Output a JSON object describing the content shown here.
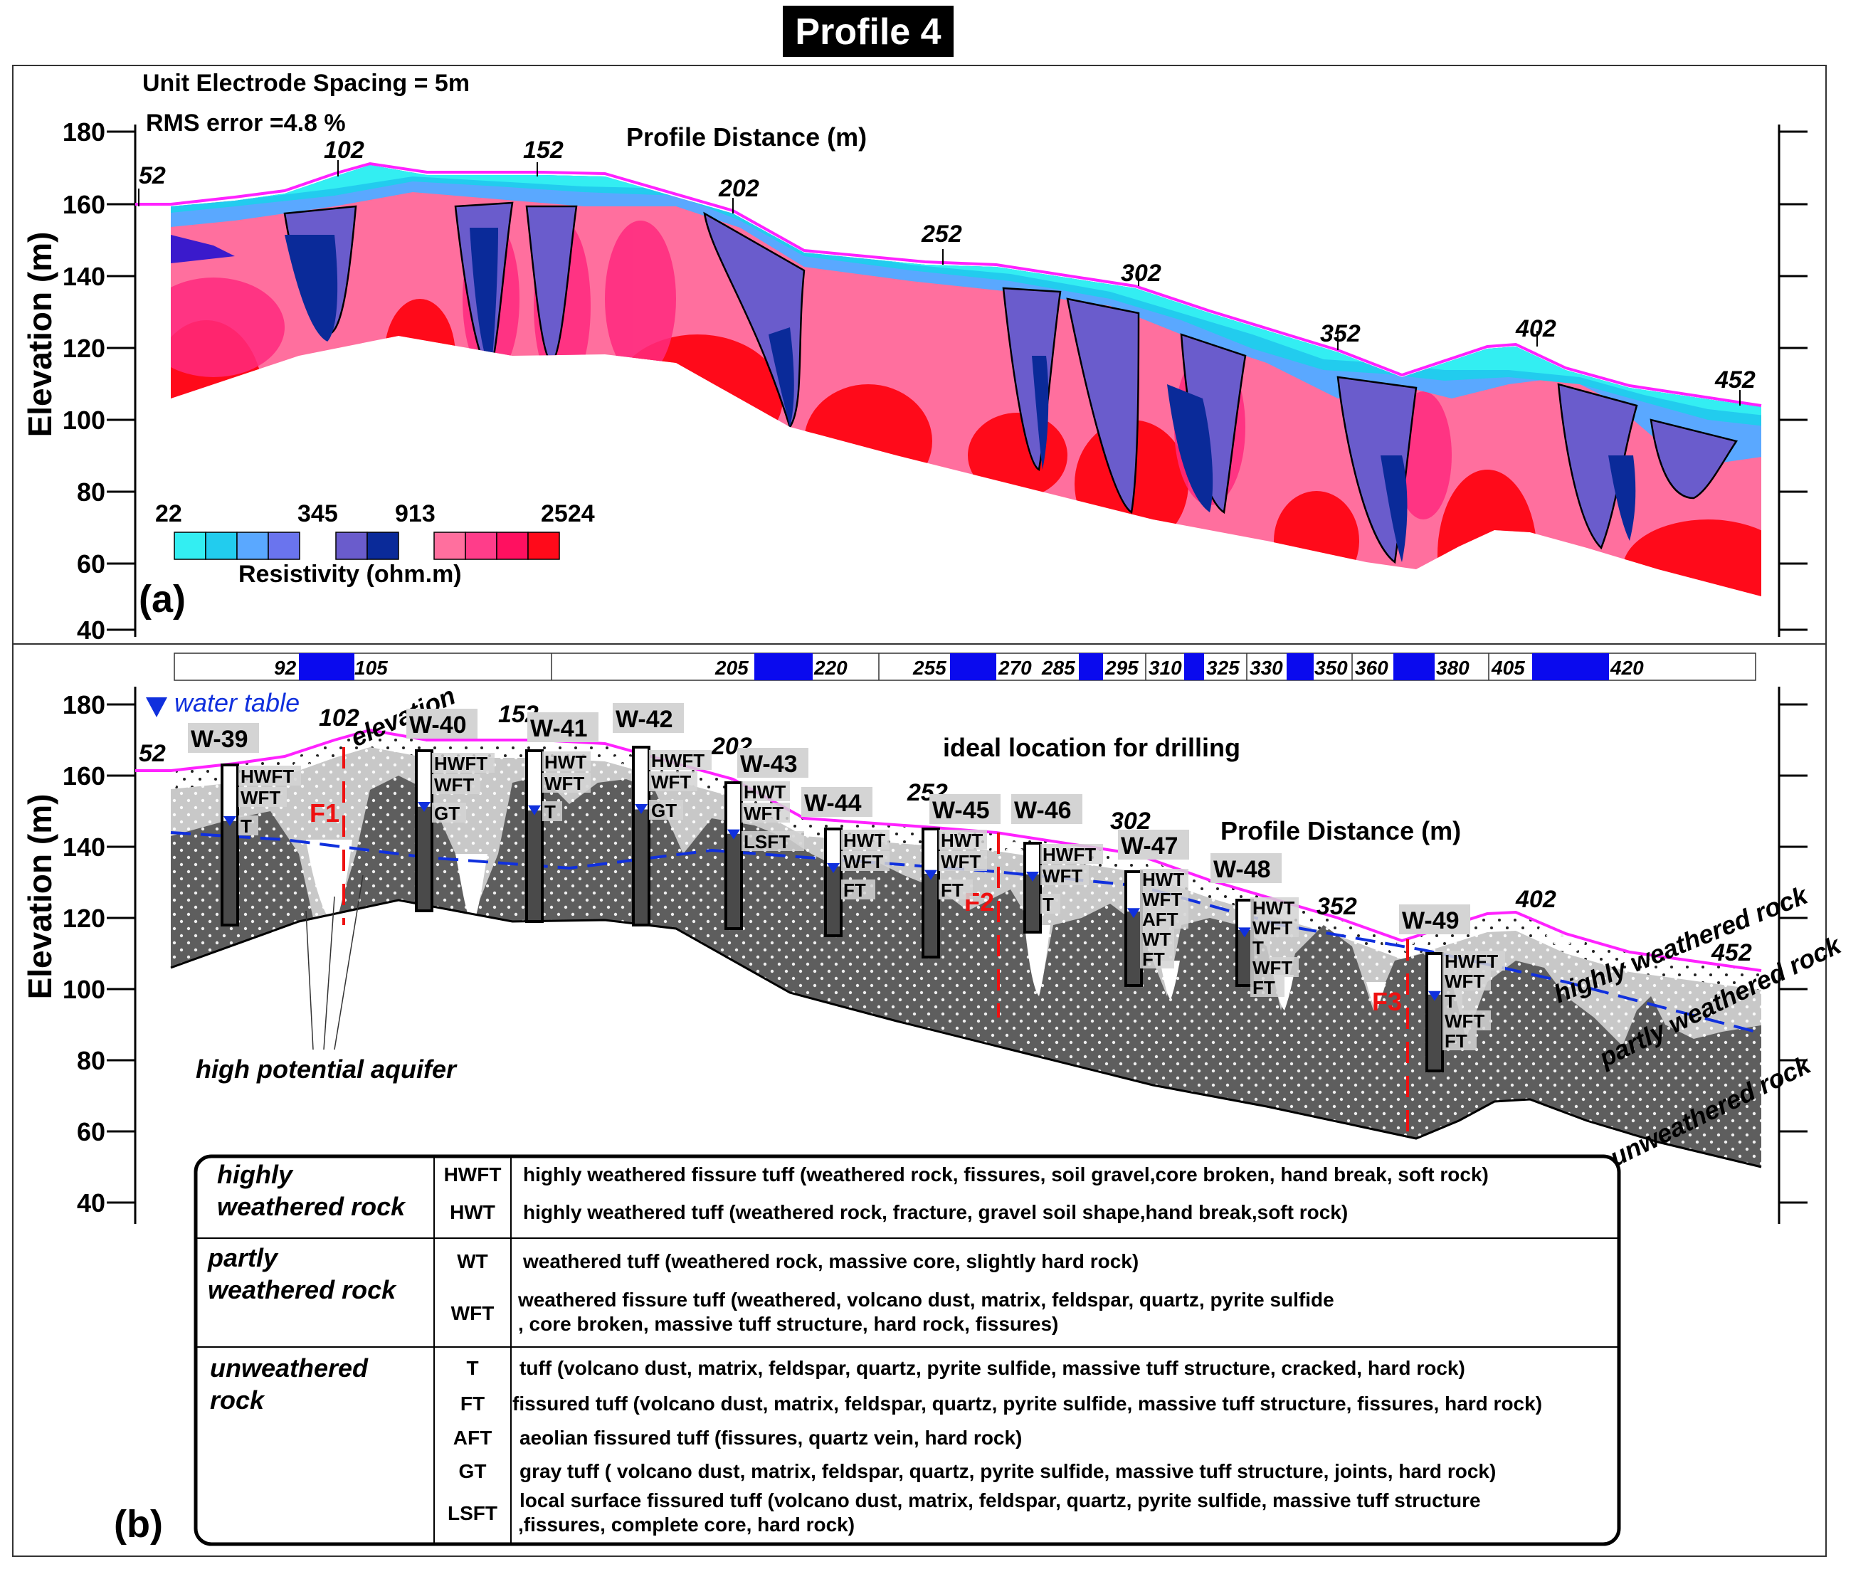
{
  "title": "Profile 4",
  "panel_a": {
    "label": "(a)",
    "spacing": "Unit Electrode Spacing = 5m",
    "rms": "RMS error =4.8 %",
    "xlabel": "Profile Distance (m)",
    "ylabel": "Elevation (m)",
    "y_ticks": [
      "180",
      "160",
      "140",
      "120",
      "100",
      "80",
      "60",
      "40"
    ],
    "x_ticks": [
      "52",
      "102",
      "152",
      "202",
      "252",
      "302",
      "352",
      "402",
      "452"
    ],
    "colorbar_values": [
      "22",
      "345",
      "913",
      "2524"
    ],
    "colorbar_label": "Resistivity (ohm.m)",
    "colors": [
      "#33eef2",
      "#22ccee",
      "#5aa8ff",
      "#6a74ee",
      "#6a5ccc",
      "#0a2a99",
      "#ff6f9e",
      "#ff3d8a",
      "#ff1060",
      "#ff0a1a"
    ]
  },
  "panel_b": {
    "label": "(b)",
    "xlabel": "Profile Distance (m)",
    "ylabel": "Elevation (m)",
    "y_ticks": [
      "180",
      "160",
      "140",
      "120",
      "100",
      "80",
      "60",
      "40"
    ],
    "x_ticks": [
      "52",
      "102",
      "152",
      "202",
      "252",
      "302",
      "352",
      "402",
      "452"
    ],
    "drilling_ranges": [
      {
        "from": "92",
        "to": "105"
      },
      {
        "from": "205",
        "to": "220"
      },
      {
        "from": "255",
        "to": "270"
      },
      {
        "from": "285",
        "to": "295"
      },
      {
        "from": "310",
        "to": "325"
      },
      {
        "from": "330",
        "to": "350"
      },
      {
        "from": "360",
        "to": "380"
      },
      {
        "from": "405",
        "to": "420"
      }
    ],
    "drilling_label": "ideal location for drilling",
    "water_table": "water table",
    "elevation_label": "elevation",
    "aquifer_label": "high potential aquifer",
    "zone_labels": [
      "highly weathered rock",
      "partly weathered rock",
      "unweathered rock"
    ],
    "faults": [
      "F1",
      "F2",
      "F3"
    ],
    "wells": [
      {
        "name": "W-39",
        "codes": [
          "HWFT",
          "WFT",
          "T"
        ]
      },
      {
        "name": "W-40",
        "codes": [
          "HWFT",
          "WFT",
          "GT"
        ]
      },
      {
        "name": "W-41",
        "codes": [
          "HWT",
          "WFT",
          "T"
        ]
      },
      {
        "name": "W-42",
        "codes": [
          "HWFT",
          "WFT",
          "GT"
        ]
      },
      {
        "name": "W-43",
        "codes": [
          "HWT",
          "WFT",
          "LSFT"
        ]
      },
      {
        "name": "W-44",
        "codes": [
          "HWT",
          "WFT",
          "FT"
        ]
      },
      {
        "name": "W-45",
        "codes": [
          "HWT",
          "WFT",
          "FT"
        ]
      },
      {
        "name": "W-46",
        "codes": [
          "HWFT",
          "WFT",
          "T"
        ]
      },
      {
        "name": "W-47",
        "codes": [
          "HWT",
          "WFT",
          "AFT",
          "WT",
          "FT"
        ]
      },
      {
        "name": "W-48",
        "codes": [
          "HWT",
          "WFT",
          "T",
          "WFT",
          "FT"
        ]
      },
      {
        "name": "W-49",
        "codes": [
          "HWFT",
          "WFT",
          "T",
          "WFT",
          "FT"
        ]
      }
    ],
    "legend": [
      {
        "zone": "highly weathered rock",
        "rows": [
          {
            "code": "HWFT",
            "desc": "highly weathered fissure tuff (weathered rock, fissures, soil gravel,core broken, hand break, soft rock)"
          },
          {
            "code": "HWT",
            "desc": "highly weathered tuff (weathered rock, fracture, gravel soil shape,hand break,soft rock)"
          }
        ]
      },
      {
        "zone": "partly weathered rock",
        "rows": [
          {
            "code": "WT",
            "desc": "weathered tuff (weathered rock, massive core, slightly hard rock)"
          },
          {
            "code": "WFT",
            "desc": "weathered fissure tuff (weathered, volcano dust, matrix, feldspar, quartz, pyrite sulfide",
            "desc2": ", core broken, massive tuff structure, hard rock, fissures)"
          }
        ]
      },
      {
        "zone": "unweathered rock",
        "rows": [
          {
            "code": "T",
            "desc": "tuff (volcano dust, matrix, feldspar, quartz, pyrite sulfide, massive tuff structure, cracked, hard rock)"
          },
          {
            "code": "FT",
            "desc": "fissured tuff (volcano dust,  matrix, feldspar, quartz, pyrite sulfide, massive tuff structure, fissures, hard rock)"
          },
          {
            "code": "AFT",
            "desc": "aeolian fissured tuff (fissures, quartz vein, hard rock)"
          },
          {
            "code": "GT",
            "desc": "gray tuff ( volcano dust, matrix, feldspar, quartz, pyrite sulfide, massive tuff structure, joints, hard rock)"
          },
          {
            "code": "LSFT",
            "desc": "local surface fissured tuff (volcano dust, matrix, feldspar, quartz, pyrite sulfide, massive tuff structure",
            "desc2": ",fissures, complete core, hard rock)"
          }
        ]
      }
    ]
  }
}
